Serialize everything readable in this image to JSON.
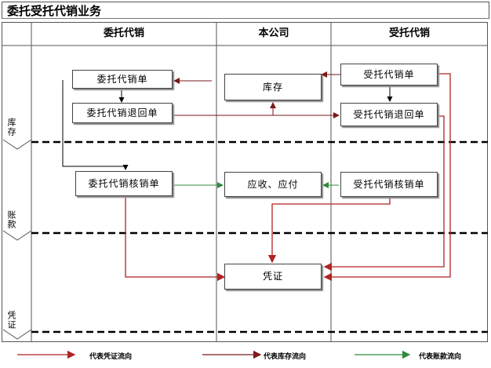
{
  "title": "委托受托代销业务",
  "columns": [
    "委托代销",
    "本公司",
    "受托代销"
  ],
  "lanes": [
    "库存",
    "账款",
    "凭证"
  ],
  "boxes": {
    "consign_sales_doc": "委托代销单",
    "consign_return_doc": "委托代销退回单",
    "consign_settle_doc": "委托代销核销单",
    "inventory": "库存",
    "receivable_payable": "应收、应付",
    "voucher": "凭证",
    "entrusted_sales_doc": "受托代销单",
    "entrusted_return_doc": "受托代销退回单",
    "entrusted_settle_doc": "受托代销核销单"
  },
  "legend": {
    "voucher_flow": "代表凭证流向",
    "inventory_flow": "代表库存流向",
    "account_flow": "代表账款流向"
  },
  "colors": {
    "voucher_flow": "#b22222",
    "inventory_flow": "#7a1a1a",
    "account_flow": "#2e8b3a",
    "black_flow": "#000000"
  }
}
